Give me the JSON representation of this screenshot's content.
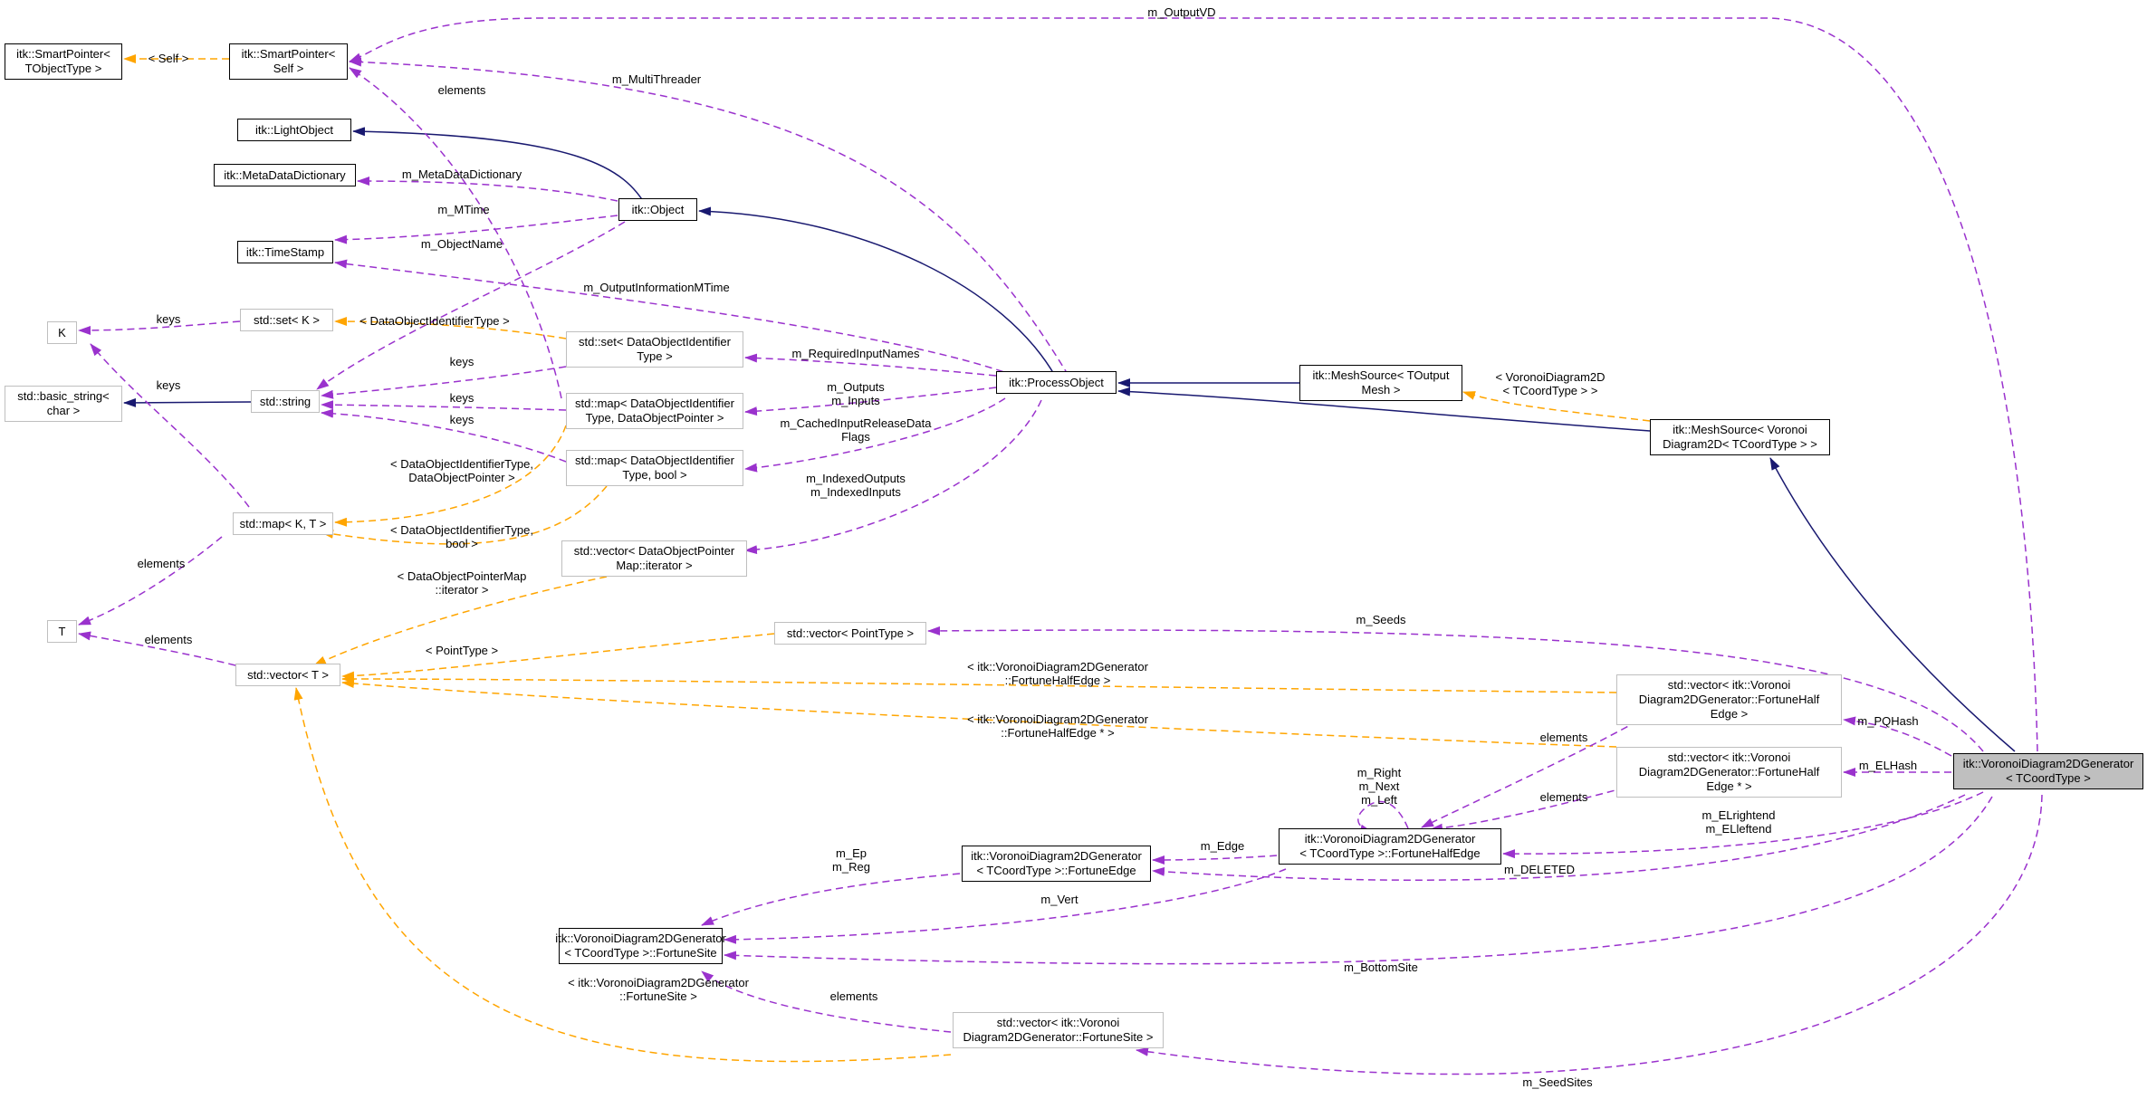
{
  "nodes": {
    "smartptr_tobject": [
      "itk::SmartPointer<",
      "TObjectType >"
    ],
    "smartptr_self": [
      "itk::SmartPointer<",
      "Self >"
    ],
    "lightobject": [
      "itk::LightObject"
    ],
    "metadatadict": [
      "itk::MetaDataDictionary"
    ],
    "object": [
      "itk::Object"
    ],
    "timestamp": [
      "itk::TimeStamp"
    ],
    "k": [
      "K"
    ],
    "set_k": [
      "std::set< K >"
    ],
    "set_dataobj": [
      "std::set< DataObjectIdentifier",
      "Type >"
    ],
    "basic_string": [
      "std::basic_string<",
      "char >"
    ],
    "string": [
      "std::string"
    ],
    "map_dataobj_ptr": [
      "std::map< DataObjectIdentifier",
      "Type, DataObjectPointer >"
    ],
    "map_dataobj_bool": [
      "std::map< DataObjectIdentifier",
      "Type, bool >"
    ],
    "processobject": [
      "itk::ProcessObject"
    ],
    "meshsource_toutput": [
      "itk::MeshSource< TOutput",
      "Mesh >"
    ],
    "meshsource_voronoi": [
      "itk::MeshSource< Voronoi",
      "Diagram2D< TCoordType > >"
    ],
    "map_kt": [
      "std::map< K, T >"
    ],
    "vector_dataobj": [
      "std::vector< DataObjectPointer",
      "Map::iterator >"
    ],
    "t": [
      "T"
    ],
    "vector_point": [
      "std::vector< PointType >"
    ],
    "vector_t": [
      "std::vector< T >"
    ],
    "vector_halfedge": [
      "std::vector< itk::Voronoi",
      "Diagram2DGenerator::FortuneHalf",
      "Edge >"
    ],
    "vector_halfedge_ptr": [
      "std::vector< itk::Voronoi",
      "Diagram2DGenerator::FortuneHalf",
      "Edge * >"
    ],
    "voronoi_gen": [
      "itk::VoronoiDiagram2DGenerator",
      "< TCoordType >"
    ],
    "fortune_edge": [
      "itk::VoronoiDiagram2DGenerator",
      "< TCoordType >::FortuneEdge"
    ],
    "fortune_halfedge": [
      "itk::VoronoiDiagram2DGenerator",
      "< TCoordType >::FortuneHalfEdge"
    ],
    "fortune_site": [
      "itk::VoronoiDiagram2DGenerator",
      "< TCoordType >::FortuneSite"
    ],
    "vector_site": [
      "std::vector< itk::Voronoi",
      "Diagram2DGenerator::FortuneSite >"
    ]
  },
  "edge_labels": {
    "m_outputvd": [
      "m_OutputVD"
    ],
    "self": [
      "< Self >"
    ],
    "m_multithreader": [
      "m_MultiThreader"
    ],
    "elements_top": [
      "elements"
    ],
    "m_metadatadictionary": [
      "m_MetaDataDictionary"
    ],
    "m_mtime": [
      "m_MTime"
    ],
    "m_objectname": [
      "m_ObjectName"
    ],
    "m_outputinformationmtime": [
      "m_OutputInformationMTime"
    ],
    "keys_k": [
      "keys"
    ],
    "dataobjidtype": [
      "< DataObjectIdentifierType >"
    ],
    "keys_set": [
      "keys"
    ],
    "keys_map": [
      "keys"
    ],
    "keys_mapbool": [
      "keys"
    ],
    "keys_left": [
      "keys"
    ],
    "m_requiredinputnames": [
      "m_RequiredInputNames"
    ],
    "voronoi2d": [
      "< VoronoiDiagram2D",
      "< TCoordType > >"
    ],
    "m_outputs": [
      "m_Outputs",
      "m_Inputs"
    ],
    "m_cached": [
      "m_CachedInputReleaseData",
      "Flags"
    ],
    "dataobj_ptr_tmpl": [
      "< DataObjectIdentifierType,",
      "DataObjectPointer >"
    ],
    "m_indexed": [
      "m_IndexedOutputs",
      "m_IndexedInputs"
    ],
    "dataobj_bool_tmpl": [
      "< DataObjectIdentifierType,",
      "bool >"
    ],
    "elements_t": [
      "elements"
    ],
    "dataobj_iter_tmpl": [
      "< DataObjectPointerMap",
      "::iterator >"
    ],
    "m_seeds": [
      "m_Seeds"
    ],
    "elements_vt": [
      "elements"
    ],
    "pointtype": [
      "< PointType >"
    ],
    "halfedge_tmpl": [
      "< itk::VoronoiDiagram2DGenerator",
      "::FortuneHalfEdge >"
    ],
    "m_pqhash": [
      "m_PQHash"
    ],
    "halfedge_ptr_tmpl": [
      "< itk::VoronoiDiagram2DGenerator",
      "::FortuneHalfEdge * >"
    ],
    "elements_he": [
      "elements"
    ],
    "self_loop": [
      "m_Right",
      "m_Next",
      "m_Left"
    ],
    "m_elhash": [
      "m_ELHash"
    ],
    "elements_heptr": [
      "elements"
    ],
    "m_elrightend": [
      "m_ELrightend",
      "m_ELleftend"
    ],
    "m_ep": [
      "m_Ep",
      "m_Reg"
    ],
    "m_edge": [
      "m_Edge"
    ],
    "m_deleted": [
      "m_DELETED"
    ],
    "m_vert": [
      "m_Vert"
    ],
    "site_tmpl": [
      "< itk::VoronoiDiagram2DGenerator",
      "::FortuneSite >"
    ],
    "elements_site": [
      "elements"
    ],
    "m_bottomsite": [
      "m_BottomSite"
    ],
    "m_seedsites": [
      "m_SeedSites"
    ]
  },
  "colors": {
    "inheritance": "#191970",
    "usage": "#9a32cd",
    "template": "#ffa500",
    "highlight_fill": "#bfbfbf",
    "grey_border": "#bfbfbf"
  }
}
